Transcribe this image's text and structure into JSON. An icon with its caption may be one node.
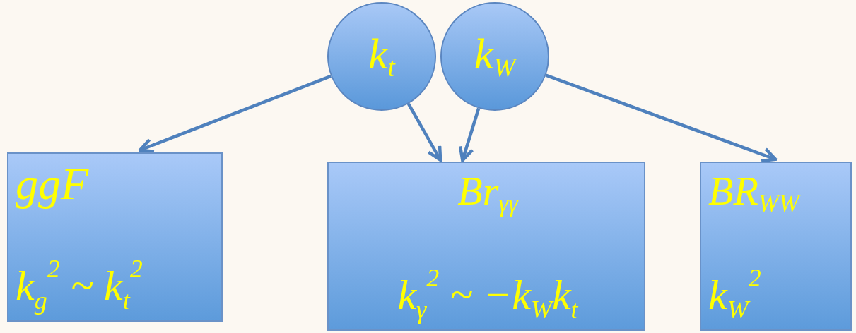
{
  "diagram": {
    "nodes": [
      {
        "text": [
          "k$_{t}$"
        ]
      },
      {
        "text": [
          "k$_{W}$"
        ]
      },
      {
        "text": [
          "ggF",
          "k$_{g}$$^{2}$ ~ k$_{t}$$^{2}$"
        ]
      },
      {
        "text": [
          "Br$_{γγ}$",
          "k$_{γ}$$^{2}$ ~ −k$_{W}$k$_{t}$"
        ]
      },
      {
        "text": [
          "BR$_{WW}$",
          "k$_{W}$$^{2}$"
        ]
      }
    ],
    "edges": [
      {
        "from": 0,
        "to": 2,
        "arrow": "to"
      },
      {
        "from": 0,
        "to": 3,
        "arrow": "to"
      },
      {
        "from": 1,
        "to": 3,
        "arrow": "to"
      },
      {
        "from": 1,
        "to": 4,
        "arrow": "to"
      }
    ]
  }
}
